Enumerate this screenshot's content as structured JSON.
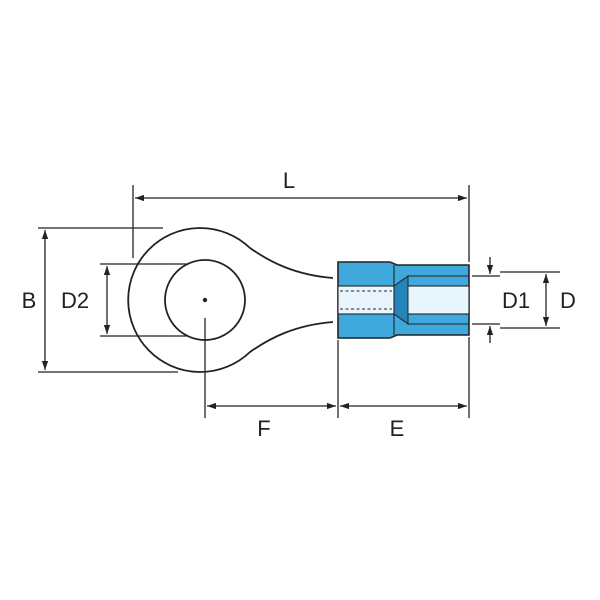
{
  "labels": {
    "L": "L",
    "B": "B",
    "D2": "D2",
    "D1": "D1",
    "D": "D",
    "F": "F",
    "E": "E"
  },
  "colors": {
    "line": "#222222",
    "sleeve": "#3fa9de",
    "sleeve_dark": "#2484bc",
    "background": "#ffffff"
  }
}
